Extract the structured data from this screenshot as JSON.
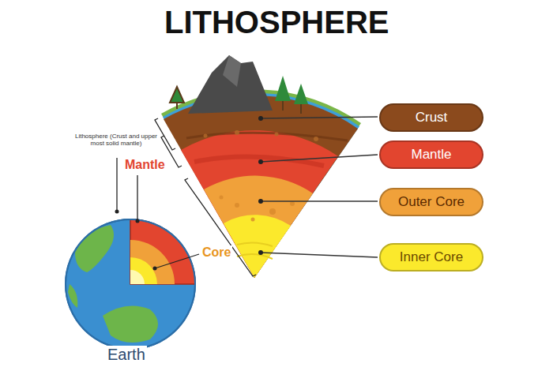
{
  "diagram": {
    "title": "LITHOSPHERE",
    "nodes": [
      {
        "text": [
          "Crust"
        ]
      },
      {
        "text": [
          "Mantle"
        ]
      },
      {
        "text": [
          "Outer Core"
        ]
      },
      {
        "text": [
          "Inner Core"
        ]
      }
    ],
    "labels": [
      "Lithosphere (Crust and upper most solid mantle)",
      "Mantle",
      "Core",
      "Earth"
    ]
  }
}
